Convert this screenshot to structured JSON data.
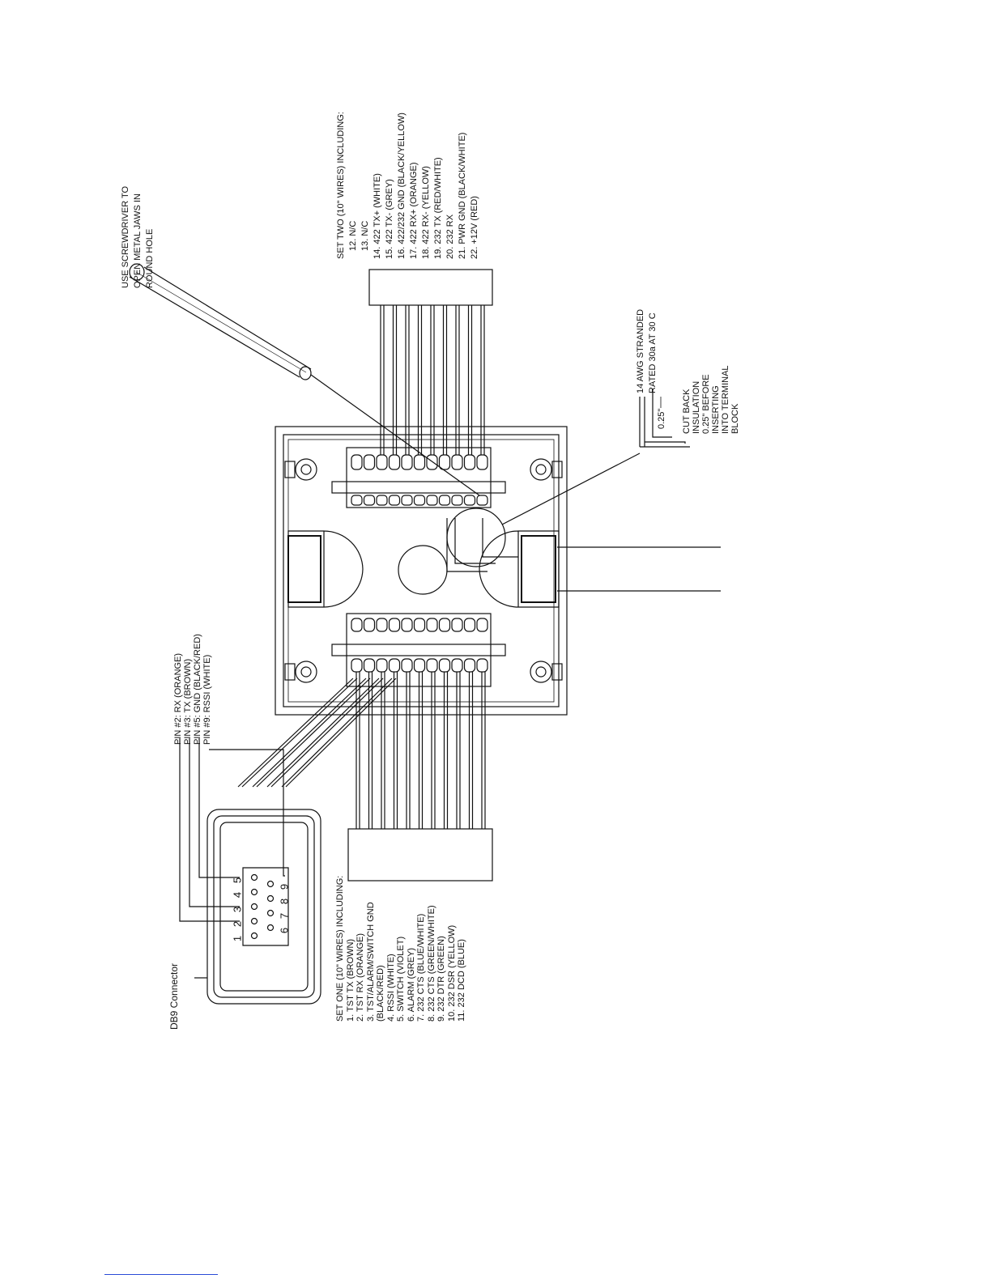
{
  "labels": {
    "screwdriver": [
      "USE SCREWDRIVER TO",
      "OPEN METAL JAWS IN",
      "ROUND HOLE"
    ],
    "set_two": [
      "SET TWO (10\" WIRES) INCLUDING:",
      "12. N/C",
      "13. N/C",
      "14. 422 TX+ (WHITE)",
      "15. 422 TX- (GREY)",
      "16. 422/232 GND (BLACK/YELLOW)",
      "17. 422 RX+ (ORANGE)",
      "18. 422 RX- (YELLOW)",
      "19. 232 TX (RED/WHITE)",
      "20. 232 RX",
      "21. PWR GND (BLACK/WHITE)",
      "22. +12V (RED)"
    ],
    "awg": [
      "14 AWG STRANDED",
      "RATED 30a AT 30  C"
    ],
    "cutback": [
      "CUT BACK",
      "INSULATION",
      "0.25\" BEFORE",
      "INSERTING",
      "INTO TERMINAL",
      "BLOCK"
    ],
    "dimension": "0.25\"",
    "pins": [
      "PIN #2: RX (ORANGE)",
      "PIN #3: TX (BROWN)",
      "PIN #5: GND (BLACK/RED)",
      "PIN #9: RSSI (WHITE)"
    ],
    "set_one": [
      "SET ONE (10\" WIRES) INCLUDING:",
      "1. TST TX (BROWN)",
      "2. TST RX (ORANGE)",
      "3. TST/ALARM/SWITCH GND",
      "(BLACK/RED)",
      "4. RSSI (WHITE)",
      "5. SWITCH (VIOLET)",
      "6. ALARM (GREY)",
      "7. 232 CTS (BLUE/WHITE)",
      "8. 232 CTS (GREEN/WHITE)",
      "9. 232 DTR (GREEN)",
      "10. 232 DSR (YELLOW)",
      "11. 232 DCD (BLUE)"
    ],
    "db9": "DB9 Connector",
    "db9_pins_top": [
      "1",
      "2",
      "3",
      "4",
      "5"
    ],
    "db9_pins_bottom": [
      "6",
      "7",
      "8",
      "9"
    ]
  },
  "colors": {
    "line": "#111111",
    "link": "#2a4bd6"
  }
}
